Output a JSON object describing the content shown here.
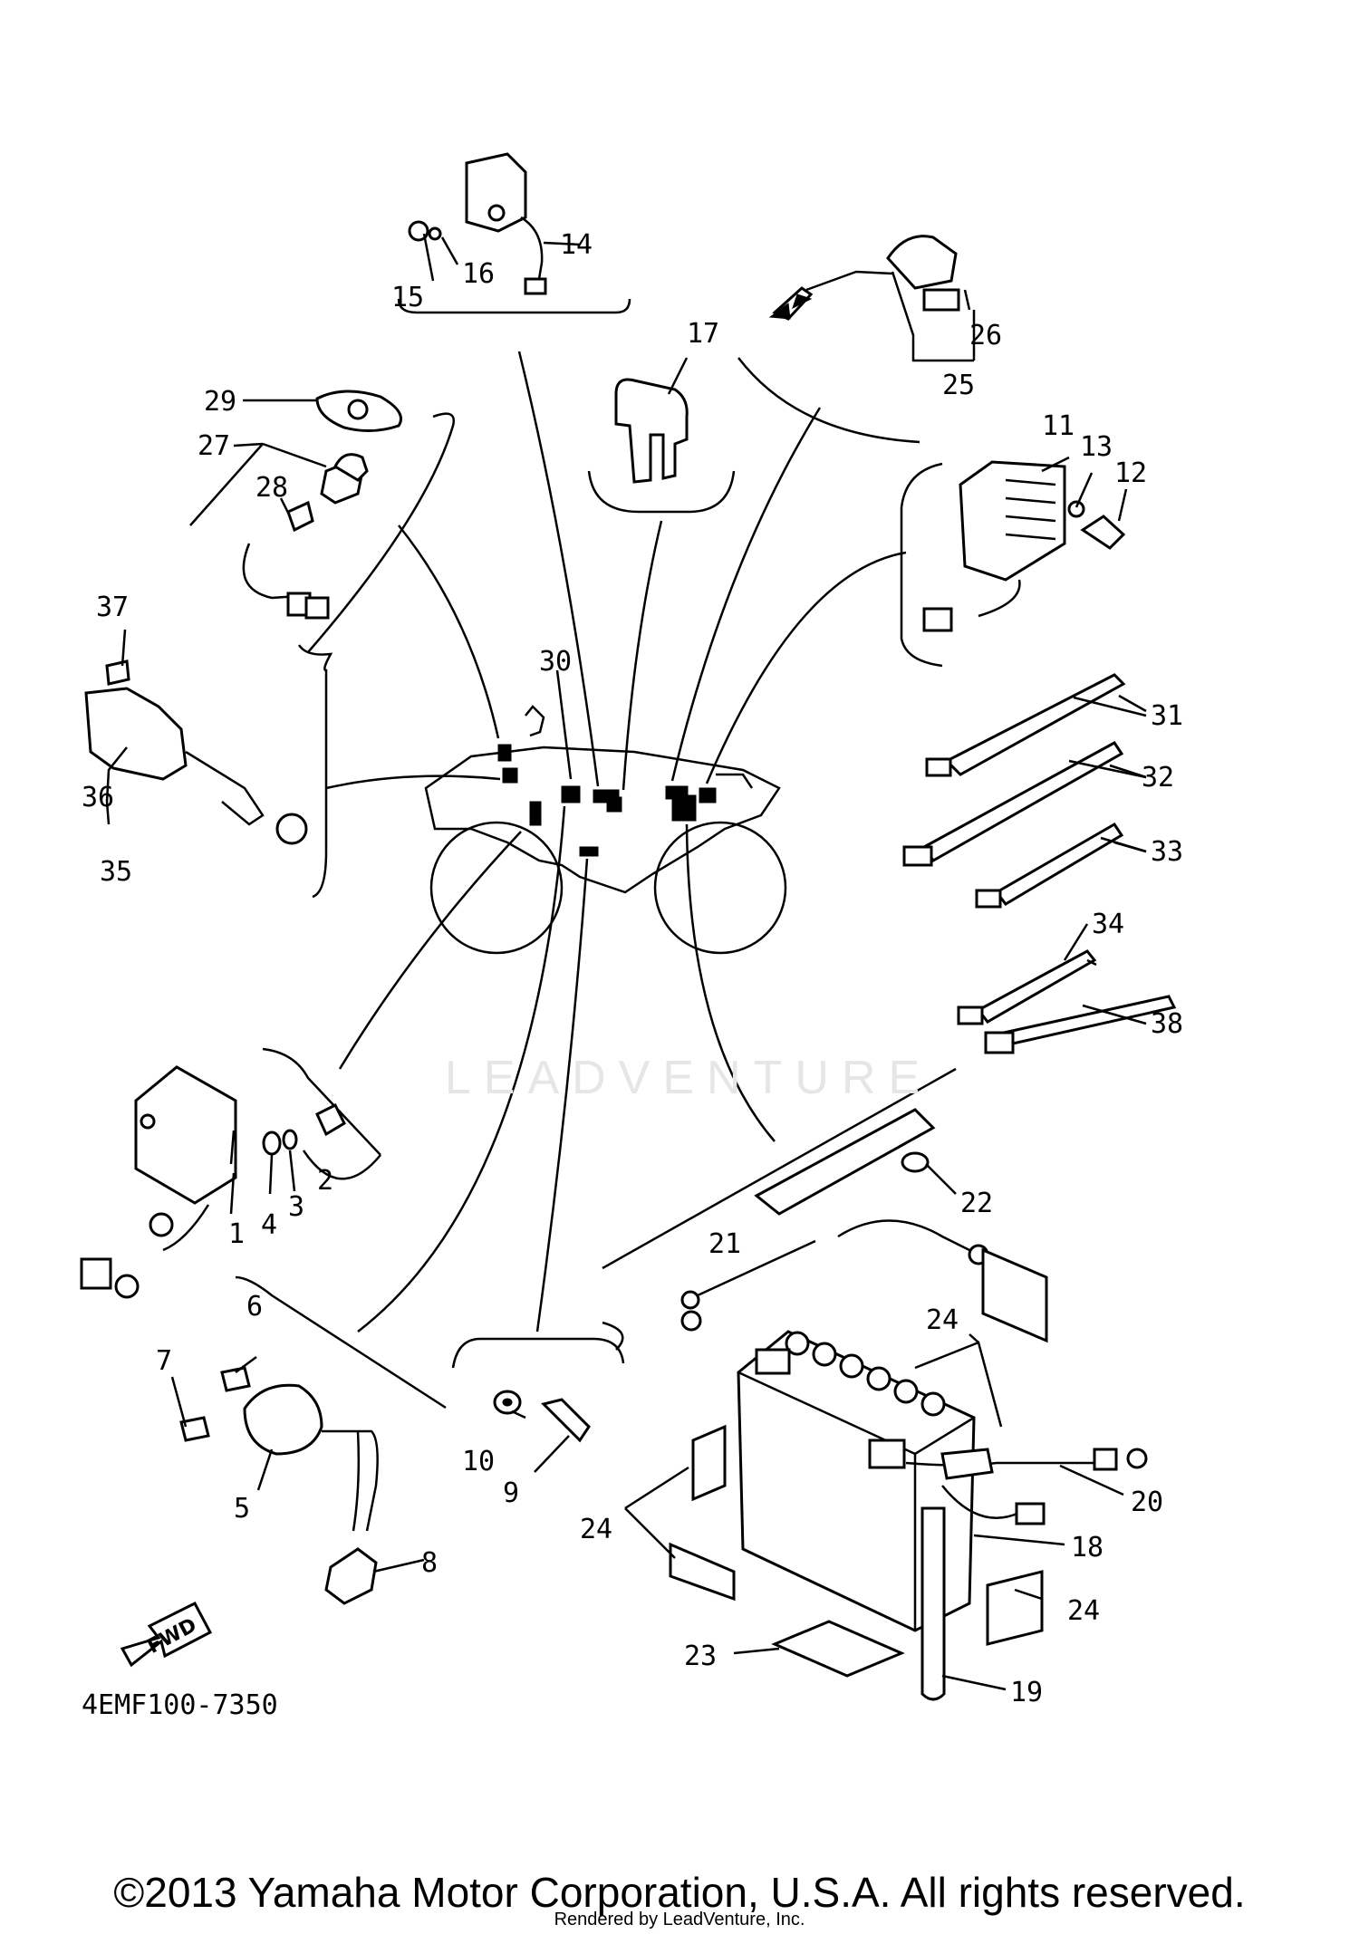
{
  "diagram_code": "4EMF100-7350",
  "fwd_label": "FWD",
  "watermark": "LEADVENTURE",
  "copyright": "©2013 Yamaha Motor Corporation, U.S.A. All rights reserved.",
  "rendered_by": "Rendered by LeadVenture, Inc.",
  "callouts": [
    "1",
    "2",
    "3",
    "4",
    "5",
    "6",
    "7",
    "8",
    "9",
    "10",
    "11",
    "12",
    "13",
    "14",
    "15",
    "16",
    "17",
    "18",
    "19",
    "20",
    "21",
    "22",
    "23",
    "24",
    "25",
    "26",
    "27",
    "28",
    "29",
    "30",
    "31",
    "32",
    "33",
    "34",
    "35",
    "36",
    "37",
    "38"
  ]
}
